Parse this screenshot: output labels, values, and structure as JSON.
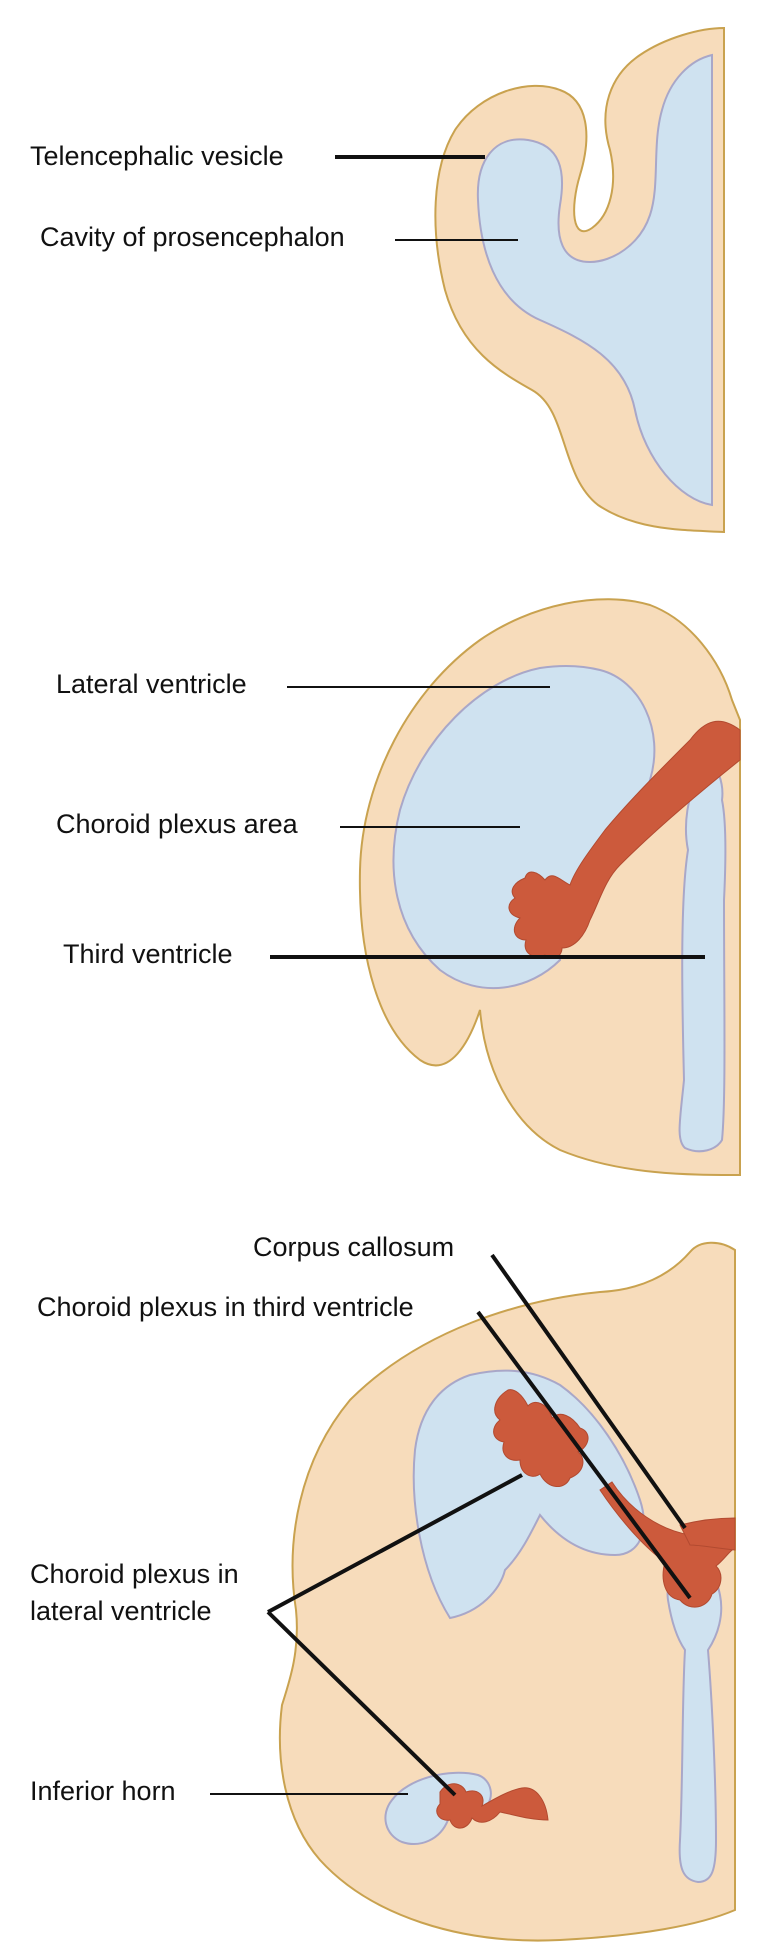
{
  "panels": {
    "top": {
      "labels": {
        "telencephalic_vesicle": "Telencephalic vesicle",
        "cavity_of_prosencephalon": "Cavity of prosencephalon"
      }
    },
    "middle": {
      "labels": {
        "lateral_ventricle": "Lateral ventricle",
        "choroid_plexus_area": "Choroid plexus area",
        "third_ventricle": "Third ventricle"
      }
    },
    "bottom": {
      "labels": {
        "corpus_callosum": "Corpus callosum",
        "choroid_plexus_third": "Choroid plexus in third ventricle",
        "choroid_plexus_lateral_line1": "Choroid plexus in",
        "choroid_plexus_lateral_line2": "lateral ventricle",
        "inferior_horn": "Inferior horn"
      }
    }
  },
  "colors": {
    "neural_tissue": "#f7dcbb",
    "tissue_outline": "#c9a24f",
    "ventricular_cavity": "#cfe2f0",
    "cavity_outline": "#a9a7c8",
    "choroid_plexus": "#cc5a3c",
    "leader_line": "#111111"
  }
}
